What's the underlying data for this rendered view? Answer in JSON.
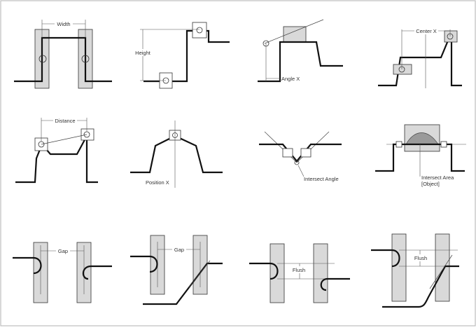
{
  "labels": {
    "width": "Width",
    "height": "Height",
    "angle_x": "Angle X",
    "center_x": "Center X",
    "distance": "Distance",
    "position_x": "Position X",
    "intersect_angle": "Intersect Angle",
    "intersect_area_line1": "Intersect Area",
    "intersect_area_line2": "[Object]",
    "gap_1": "Gap",
    "gap_2": "Gap",
    "flush_1": "Flush",
    "flush_2": "Flush"
  },
  "colors": {
    "frame_border": "#bdbdbd",
    "box_fill": "#d9d9d9",
    "profile_line": "#111111",
    "guide_line": "#555555"
  }
}
